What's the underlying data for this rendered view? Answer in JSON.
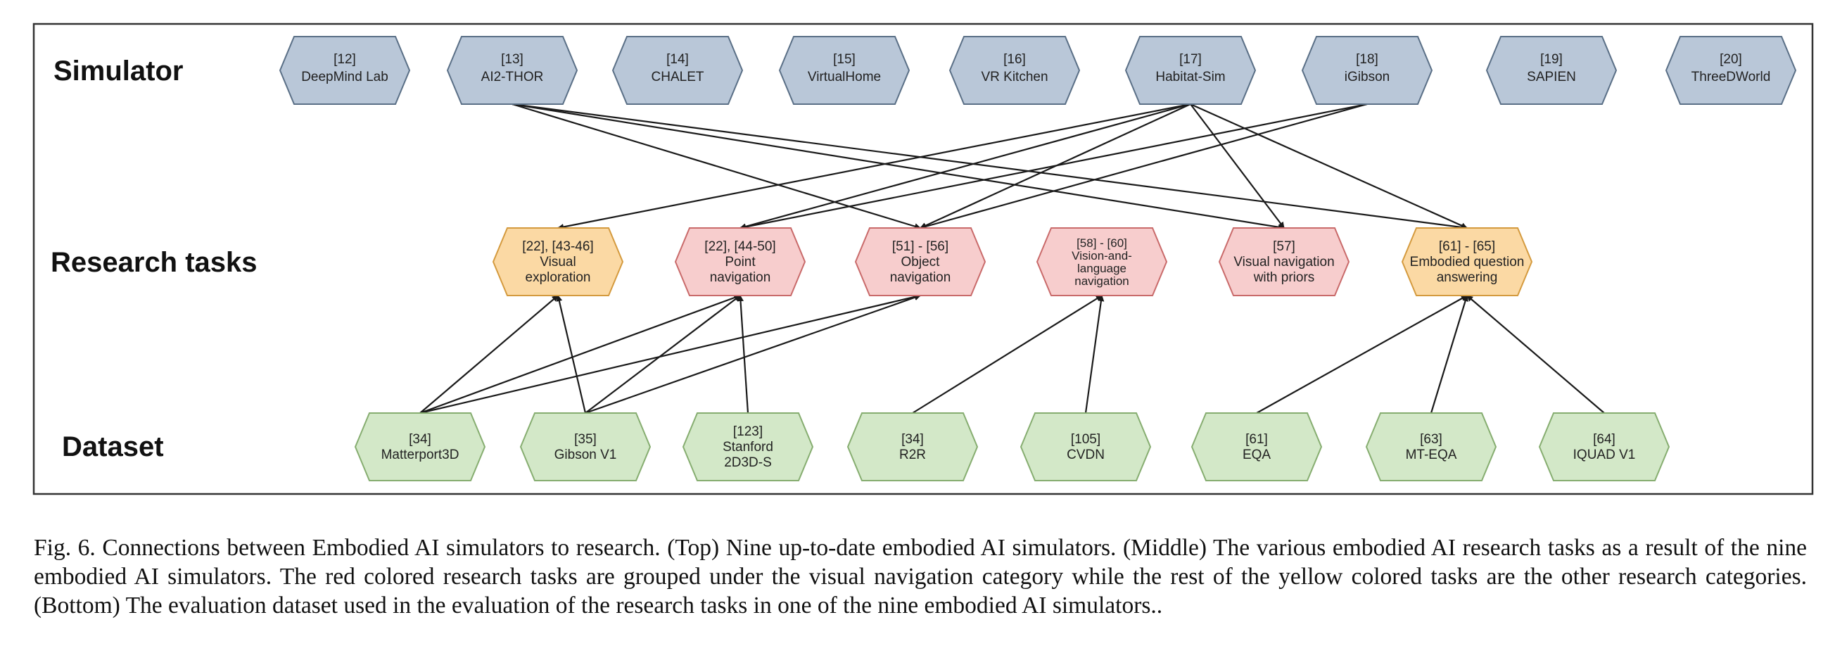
{
  "row_labels": {
    "simulator": "Simulator",
    "tasks": "Research tasks",
    "dataset": "Dataset"
  },
  "simulators": [
    {
      "id": "s12",
      "ref": "[12]",
      "name": "DeepMind Lab"
    },
    {
      "id": "s13",
      "ref": "[13]",
      "name": "AI2-THOR"
    },
    {
      "id": "s14",
      "ref": "[14]",
      "name": "CHALET"
    },
    {
      "id": "s15",
      "ref": "[15]",
      "name": "VirtualHome"
    },
    {
      "id": "s16",
      "ref": "[16]",
      "name": "VR Kitchen"
    },
    {
      "id": "s17",
      "ref": "[17]",
      "name": "Habitat-Sim"
    },
    {
      "id": "s18",
      "ref": "[18]",
      "name": "iGibson"
    },
    {
      "id": "s19",
      "ref": "[19]",
      "name": "SAPIEN"
    },
    {
      "id": "s20",
      "ref": "[20]",
      "name": "ThreeDWorld"
    }
  ],
  "tasks": [
    {
      "id": "t1",
      "ref": "[22], [43-46]",
      "lines": [
        "Visual",
        "exploration"
      ],
      "category": "other"
    },
    {
      "id": "t2",
      "ref": "[22], [44-50]",
      "lines": [
        "Point",
        "navigation"
      ],
      "category": "visual-navigation"
    },
    {
      "id": "t3",
      "ref": "[51] - [56]",
      "lines": [
        "Object",
        "navigation"
      ],
      "category": "visual-navigation"
    },
    {
      "id": "t4",
      "ref": "[58] - [60]",
      "lines": [
        "Vision-and-",
        "language",
        "navigation"
      ],
      "category": "visual-navigation"
    },
    {
      "id": "t5",
      "ref": "[57]",
      "lines": [
        "Visual navigation",
        "with priors"
      ],
      "category": "visual-navigation"
    },
    {
      "id": "t6",
      "ref": "[61] - [65]",
      "lines": [
        "Embodied question",
        "answering"
      ],
      "category": "other"
    }
  ],
  "datasets": [
    {
      "id": "d34a",
      "ref": "[34]",
      "lines": [
        "Matterport3D"
      ]
    },
    {
      "id": "d35",
      "ref": "[35]",
      "lines": [
        "Gibson V1"
      ]
    },
    {
      "id": "d123",
      "ref": "[123]",
      "lines": [
        "Stanford",
        "2D3D-S"
      ]
    },
    {
      "id": "d34b",
      "ref": "[34]",
      "lines": [
        "R2R"
      ]
    },
    {
      "id": "d105",
      "ref": "[105]",
      "lines": [
        "CVDN"
      ]
    },
    {
      "id": "d61",
      "ref": "[61]",
      "lines": [
        "EQA"
      ]
    },
    {
      "id": "d63",
      "ref": "[63]",
      "lines": [
        "MT-EQA"
      ]
    },
    {
      "id": "d64",
      "ref": "[64]",
      "lines": [
        "IQUAD V1"
      ]
    }
  ],
  "edges": [
    [
      "s13",
      "t3"
    ],
    [
      "s13",
      "t5"
    ],
    [
      "s13",
      "t6"
    ],
    [
      "s17",
      "t1"
    ],
    [
      "s17",
      "t2"
    ],
    [
      "s17",
      "t3"
    ],
    [
      "s17",
      "t5"
    ],
    [
      "s17",
      "t6"
    ],
    [
      "s18",
      "t2"
    ],
    [
      "s18",
      "t3"
    ],
    [
      "d34a",
      "t1"
    ],
    [
      "d34a",
      "t2"
    ],
    [
      "d34a",
      "t3"
    ],
    [
      "d35",
      "t1"
    ],
    [
      "d35",
      "t2"
    ],
    [
      "d35",
      "t3"
    ],
    [
      "d123",
      "t2"
    ],
    [
      "d34b",
      "t4"
    ],
    [
      "d105",
      "t4"
    ],
    [
      "d61",
      "t6"
    ],
    [
      "d63",
      "t6"
    ],
    [
      "d64",
      "t6"
    ]
  ],
  "colors": {
    "simulator_fill": "#b9c7d8",
    "simulator_stroke": "#5a6f86",
    "other_task_fill": "#fbd9a4",
    "other_task_stroke": "#d49a3e",
    "visual_nav_fill": "#f7cdcd",
    "visual_nav_stroke": "#c96a6a",
    "dataset_fill": "#d3e8c8",
    "dataset_stroke": "#86ad70",
    "frame": "#333333"
  },
  "caption": "Fig. 6.  Connections between Embodied AI simulators to research. (Top) Nine up-to-date embodied AI simulators. (Middle) The various embodied AI research tasks as a result of the nine embodied AI simulators. The red colored research tasks are grouped under the visual navigation category while the rest of the yellow colored tasks are the other research categories. (Bottom) The evaluation dataset used in the evaluation of the research tasks in one of the nine embodied AI simulators.."
}
